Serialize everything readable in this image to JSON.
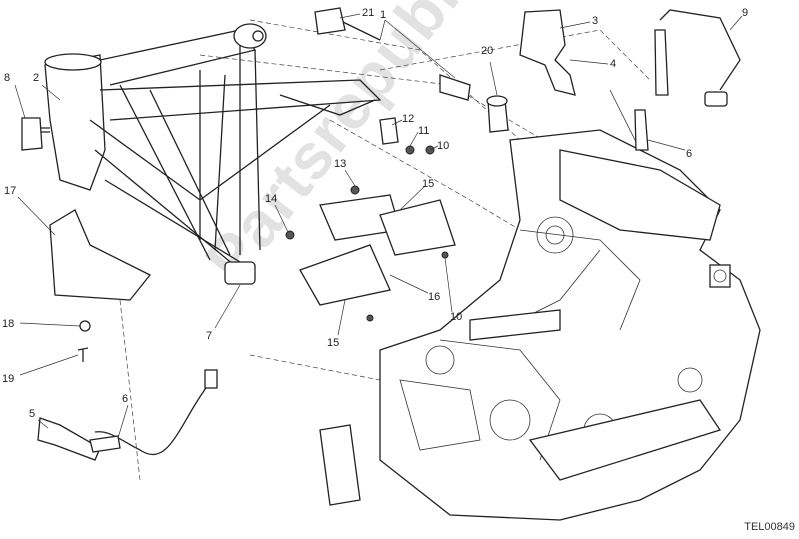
{
  "diagram": {
    "code": "TEL00849",
    "watermark": "Partsrepublik",
    "callouts": {
      "c1": "1",
      "c2": "2",
      "c3": "3",
      "c4": "4",
      "c5": "5",
      "c6a": "6",
      "c6b": "6",
      "c7": "7",
      "c8": "8",
      "c9": "9",
      "c10a": "10",
      "c10b": "10",
      "c11": "11",
      "c12": "12",
      "c13": "13",
      "c14": "14",
      "c15a": "15",
      "c15b": "15",
      "c16": "16",
      "c17": "17",
      "c18": "18",
      "c19": "19",
      "c20": "20",
      "c21": "21"
    }
  }
}
